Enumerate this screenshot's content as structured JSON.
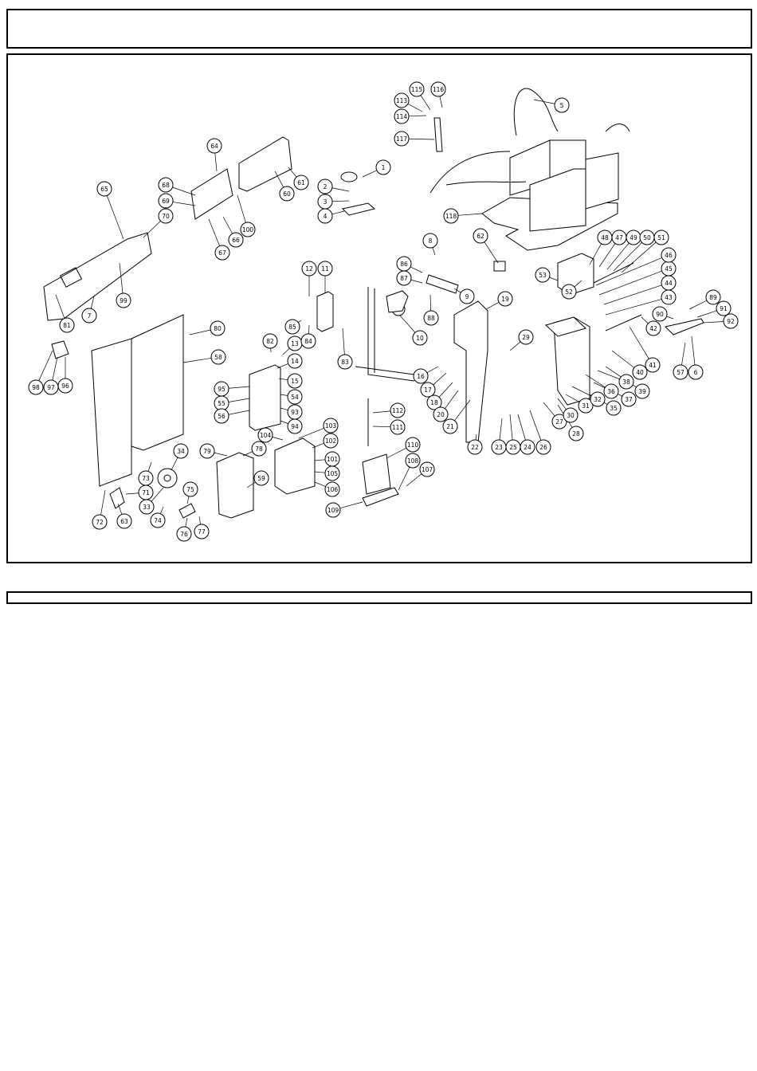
{
  "header": {
    "title": ""
  },
  "footer": {
    "caption": ""
  },
  "diagram": {
    "callouts": [
      "1",
      "2",
      "3",
      "4",
      "5",
      "6",
      "7",
      "8",
      "9",
      "10",
      "11",
      "12",
      "13",
      "14",
      "15",
      "16",
      "17",
      "18",
      "19",
      "20",
      "21",
      "22",
      "23",
      "24",
      "25",
      "26",
      "27",
      "28",
      "29",
      "30",
      "31",
      "32",
      "33",
      "34",
      "35",
      "36",
      "37",
      "38",
      "39",
      "40",
      "41",
      "42",
      "43",
      "44",
      "45",
      "46",
      "47",
      "48",
      "49",
      "50",
      "51",
      "52",
      "53",
      "54",
      "55",
      "56",
      "57",
      "58",
      "59",
      "60",
      "61",
      "62",
      "63",
      "64",
      "65",
      "66",
      "67",
      "68",
      "69",
      "70",
      "71",
      "72",
      "73",
      "74",
      "75",
      "76",
      "77",
      "78",
      "79",
      "80",
      "81",
      "82",
      "83",
      "84",
      "85",
      "86",
      "87",
      "88",
      "89",
      "90",
      "91",
      "92",
      "93",
      "94",
      "95",
      "96",
      "97",
      "98",
      "99",
      "100",
      "101",
      "102",
      "103",
      "104",
      "105",
      "106",
      "107",
      "108",
      "109",
      "110",
      "111",
      "112",
      "113",
      "114",
      "115",
      "116",
      "117",
      "118"
    ]
  }
}
